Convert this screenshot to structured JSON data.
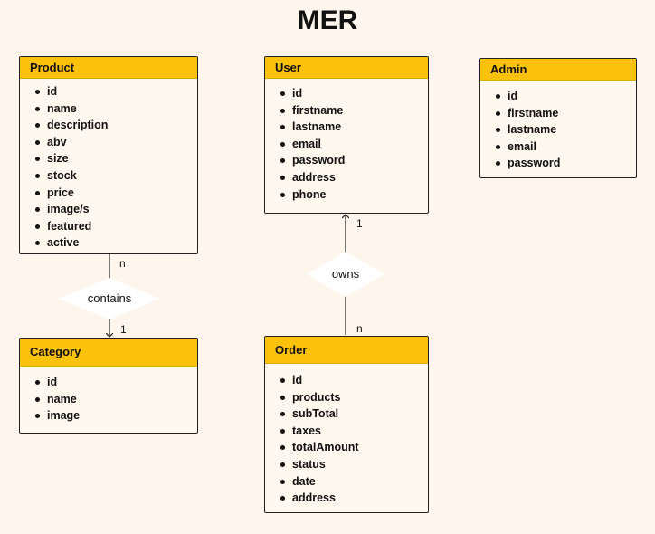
{
  "title": "MER",
  "entities": {
    "product": {
      "name": "Product",
      "attributes": [
        "id",
        "name",
        "description",
        "abv",
        "size",
        "stock",
        "price",
        "image/s",
        "featured",
        "active"
      ]
    },
    "user": {
      "name": "User",
      "attributes": [
        "id",
        "firstname",
        "lastname",
        "email",
        "password",
        "address",
        "phone"
      ]
    },
    "admin": {
      "name": "Admin",
      "attributes": [
        "id",
        "firstname",
        "lastname",
        "email",
        "password"
      ]
    },
    "category": {
      "name": "Category",
      "attributes": [
        "id",
        "name",
        "image"
      ]
    },
    "order": {
      "name": "Order",
      "attributes": [
        "id",
        "products",
        "subTotal",
        "taxes",
        "totalAmount",
        "status",
        "date",
        "address"
      ]
    }
  },
  "relationships": {
    "contains": {
      "label": "contains",
      "card_top": "n",
      "card_bottom": "1"
    },
    "owns": {
      "label": "owns",
      "card_top": "1",
      "card_bottom": "n"
    }
  },
  "colors": {
    "header": "#fcc10a",
    "background": "#fef6ec",
    "border": "#222222"
  }
}
